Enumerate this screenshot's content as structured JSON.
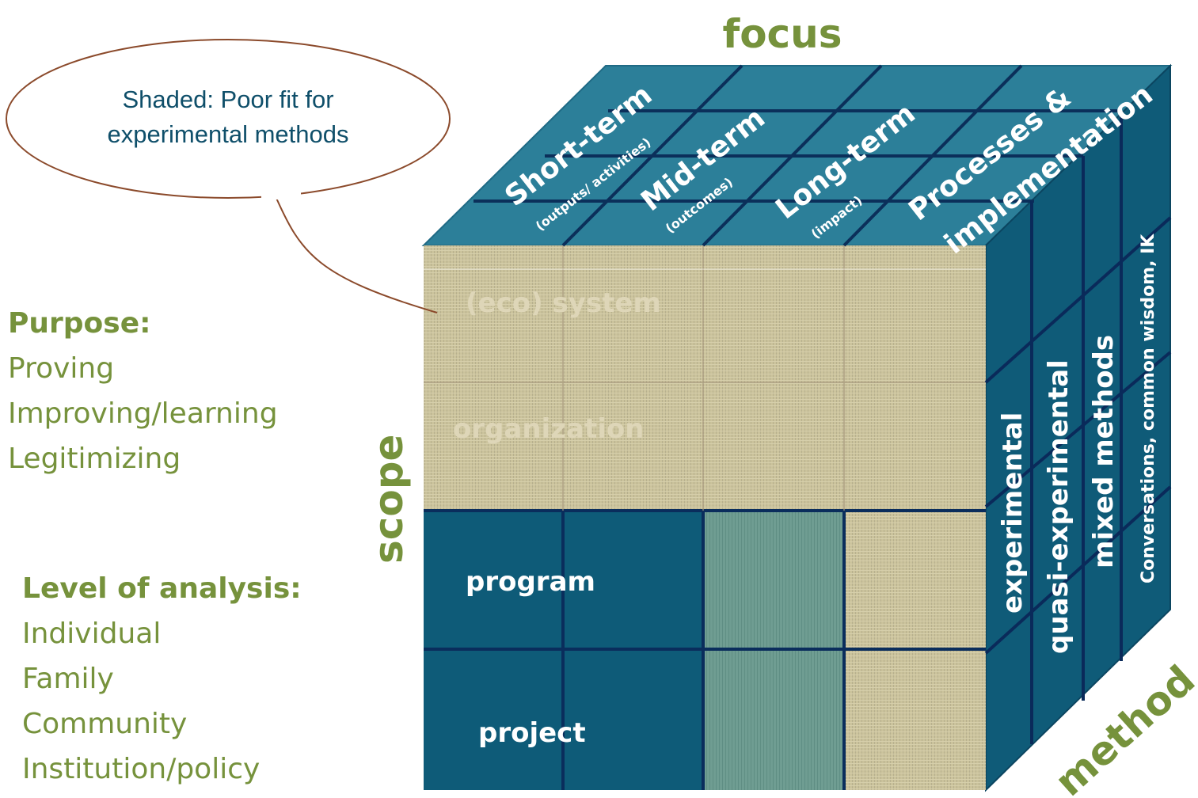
{
  "title_focus": "focus",
  "title_scope": "scope",
  "title_method": "method",
  "callout": {
    "line1": "Shaded: Poor fit for",
    "line2": "experimental methods"
  },
  "purpose": {
    "heading": "Purpose:",
    "items": [
      "Proving",
      "Improving/learning",
      "Legitimizing"
    ]
  },
  "level": {
    "heading": "Level of analysis:",
    "items": [
      "Individual",
      "Family",
      "Community",
      "Institution/policy"
    ]
  },
  "focus_columns": [
    {
      "main": "Short-term",
      "sub": "(outputs/ activities)"
    },
    {
      "main": "Mid-term",
      "sub": "(outcomes)"
    },
    {
      "main": "Long-term",
      "sub": "(impact)"
    },
    {
      "main": "Processes &",
      "sub": "implementation"
    }
  ],
  "scope_rows": [
    "(eco) system",
    "organization",
    "program",
    "project"
  ],
  "method_layers": [
    "experimental",
    "quasi-experimental",
    "mixed methods",
    "Conversations, common wisdom, IK"
  ],
  "colors": {
    "front_dark": "#0d5a78",
    "top": "#2b7f9a",
    "side": "#0d5a78",
    "grid_line": "#0a2a5a",
    "shaded": "#c9c19a",
    "shaded_mid": "#6e9c90",
    "accent_green": "#76923c",
    "callout_border": "#8b4a2b"
  }
}
